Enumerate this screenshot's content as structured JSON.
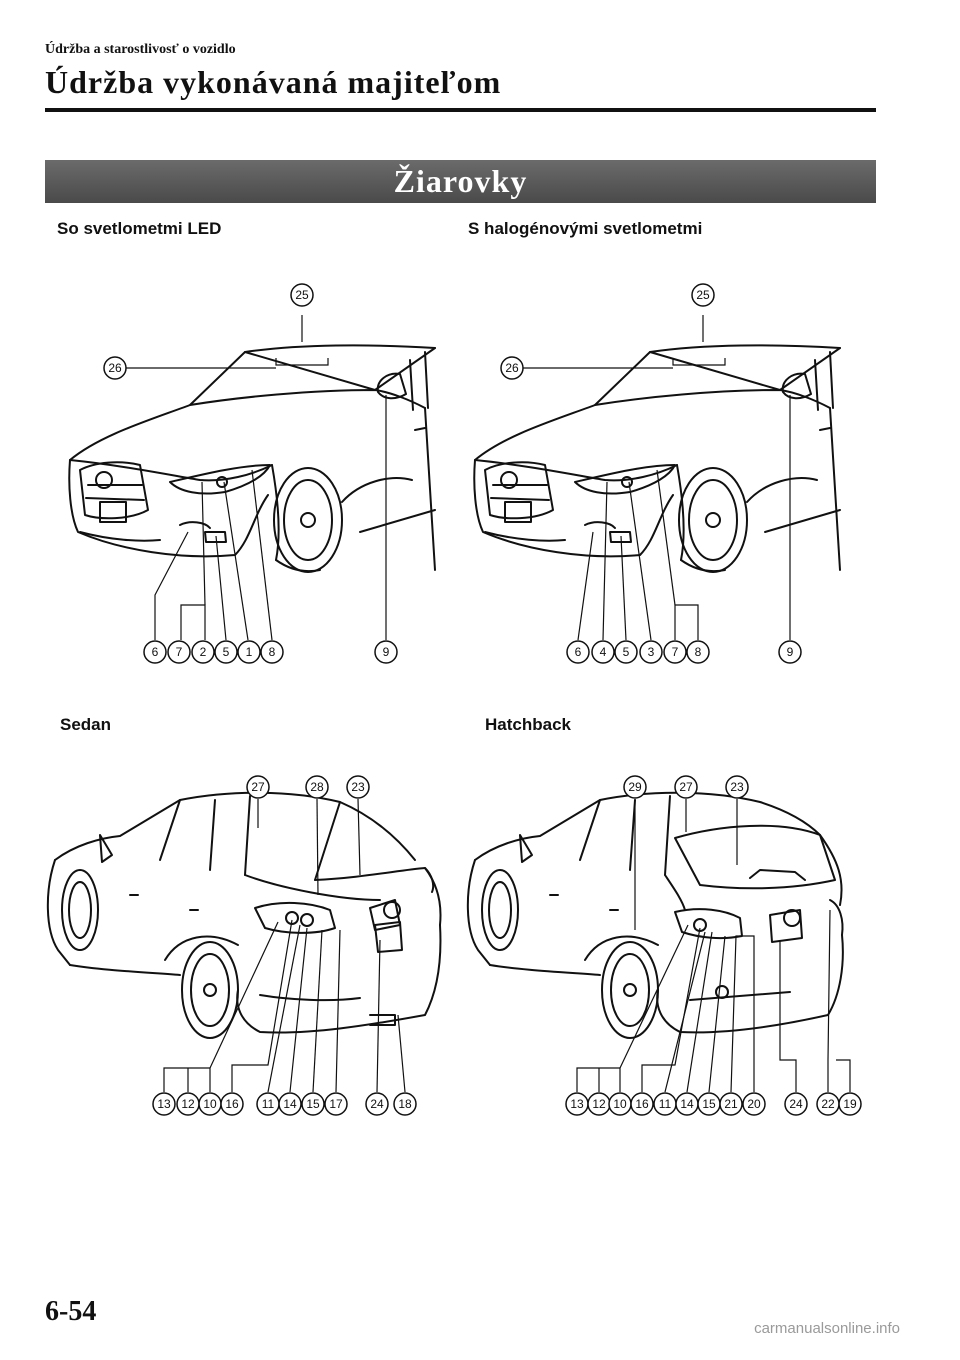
{
  "header": {
    "breadcrumb": "Údržba a starostlivosť o vozidlo",
    "title": "Údržba vykonávaná majiteľom"
  },
  "section": {
    "title": "Žiarovky"
  },
  "figures": {
    "led": {
      "label": "So svetlometmi LED",
      "top_callouts": [
        "25",
        "26"
      ],
      "bottom_callouts": [
        "6",
        "7",
        "2",
        "5",
        "1",
        "8",
        "9"
      ]
    },
    "halogen": {
      "label": "S halogénovými svetlometmi",
      "top_callouts": [
        "25",
        "26"
      ],
      "bottom_callouts": [
        "6",
        "4",
        "5",
        "3",
        "7",
        "8",
        "9"
      ]
    },
    "sedan": {
      "label": "Sedan",
      "top_callouts": [
        "27",
        "28",
        "23"
      ],
      "bottom_callouts": [
        "13",
        "12",
        "10",
        "16",
        "11",
        "14",
        "15",
        "17",
        "24",
        "18"
      ]
    },
    "hatchback": {
      "label": "Hatchback",
      "top_callouts": [
        "29",
        "27",
        "23"
      ],
      "bottom_callouts": [
        "13",
        "12",
        "10",
        "16",
        "11",
        "14",
        "15",
        "21",
        "20",
        "24",
        "22",
        "19"
      ]
    }
  },
  "footer": {
    "page_number": "6-54",
    "watermark": "carmanualsonline.info"
  }
}
